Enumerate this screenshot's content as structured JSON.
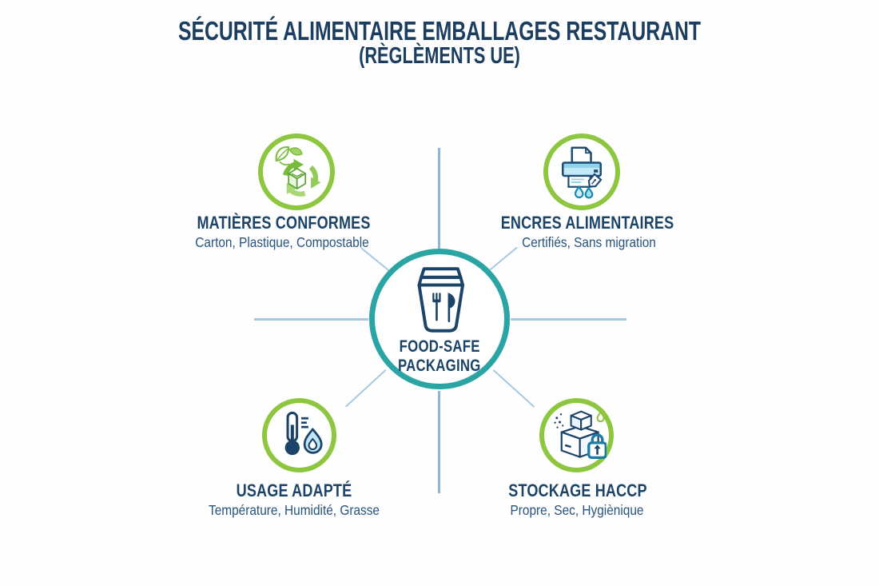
{
  "title": "SÉCURITÉ ALIMENTAIRE EMBALLAGES RESTAURANT",
  "subtitle": "(RÈGLÈMENTS UE)",
  "hub": {
    "icon": "takeout-box-icon",
    "label_line1": "FOOD-SAFE",
    "label_line2": "PACKAGING"
  },
  "nodes": [
    {
      "id": "matieres-conformes",
      "icon": "recycle-leaves-icon",
      "heading": "MATIÈRES CONFORMES",
      "caption": "Carton, Plastique, Compostable"
    },
    {
      "id": "encres-alimentaires",
      "icon": "printer-ink-icon",
      "heading": "ENCRES ALIMENTAIRES",
      "caption": "Certifiés, Sans migration"
    },
    {
      "id": "usage-adapte",
      "icon": "thermometer-flame-icon",
      "heading": "USAGE ADAPTÉ",
      "caption": "Température, Humidité, Grasse"
    },
    {
      "id": "stockage-haccp",
      "icon": "storage-lock-icon",
      "heading": "STOCKAGE HACCP",
      "caption": "Propre, Sec, Hygiènique"
    }
  ],
  "colors": {
    "ring_green": "#8dc63f",
    "hub_teal": "#2ba5a3",
    "navy_text": "#1c4468",
    "connector_blue": "#a7c9e0",
    "vertical_line_blue": "#8fb6d8",
    "icon_light_blue": "#bfe4f6",
    "lock_teal": "#1a7ca6"
  }
}
